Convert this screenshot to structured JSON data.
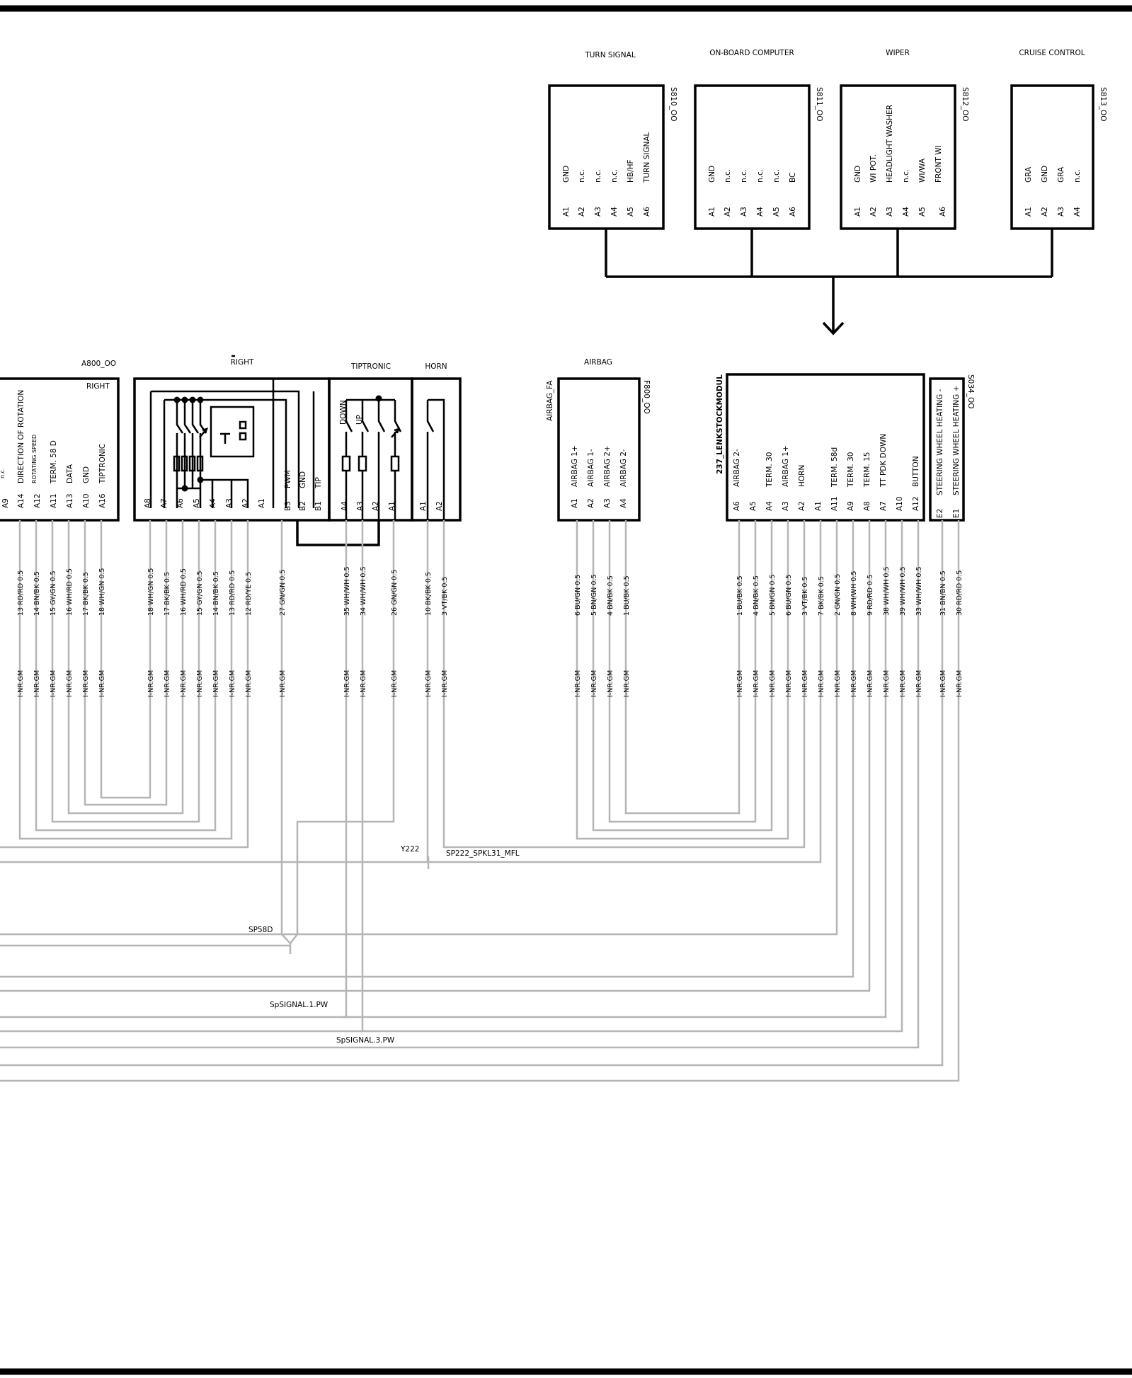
{
  "switch_modules": [
    {
      "title": "TURN SIGNAL",
      "id": "S810_OO",
      "pins": [
        "A1",
        "A2",
        "A3",
        "A4",
        "A5",
        "A6"
      ],
      "signals": [
        "GND",
        "n.c.",
        "n.c.",
        "n.c.",
        "HB/HF",
        "TURN SIGNAL"
      ]
    },
    {
      "title": "ON-BOARD COMPUTER",
      "id": "S811_OO",
      "pins": [
        "A1",
        "A2",
        "A3",
        "A4",
        "A5",
        "A6"
      ],
      "signals": [
        "GND",
        "n.c.",
        "n.c.",
        "n.c.",
        "n.c.",
        "BC"
      ]
    },
    {
      "title": "WIPER",
      "id": "S812_OO",
      "pins": [
        "A1",
        "A2",
        "A3",
        "A4",
        "A5",
        "A6"
      ],
      "signals": [
        "GND",
        "WI POT.",
        "HEADLIGHT WASHER",
        "n.c.",
        "WI/WA",
        "FRONT WI"
      ]
    },
    {
      "title": "CRUISE CONTROL",
      "id": "S813_OO",
      "pins": [
        "A1",
        "A2",
        "A3",
        "A4"
      ],
      "signals": [
        "GRA",
        "GND",
        "GRA",
        "n.c."
      ]
    }
  ],
  "a800": {
    "id": "A800_OO",
    "right_label": "RIGHT",
    "pins": [
      "A9",
      "A14",
      "A12",
      "A11",
      "A13",
      "A10",
      "A16"
    ],
    "signals": [
      "n.c.",
      "DIRECTION OF ROTATION",
      "ROTATING SPEED",
      "TERM. 58 D",
      "DATA",
      "GND",
      "TIPTRONIC"
    ]
  },
  "right_module": {
    "title": "RIGHT",
    "pins": [
      "A8",
      "A7",
      "A6",
      "A5",
      "A4",
      "A3",
      "A2",
      "A1",
      "B3",
      "B2",
      "B1"
    ],
    "signals": [
      "PWM",
      "GND",
      "TIP"
    ]
  },
  "tiptronic": {
    "title": "TIPTRONIC",
    "pins": [
      "A4",
      "A3",
      "A2",
      "A1"
    ],
    "signals": [
      "DOWN",
      "UP"
    ]
  },
  "horn": {
    "title": "HORN",
    "pins": [
      "A1",
      "A2"
    ]
  },
  "airbag": {
    "title": "AIRBAG",
    "side_label": "AIRBAG_FA",
    "id": "F800_OO",
    "pins": [
      "A1",
      "A2",
      "A3",
      "A4"
    ],
    "signals": [
      "AIRBAG 1+",
      "AIRBAG 1-",
      "AIRBAG 2+",
      "AIRBAG 2-"
    ]
  },
  "lenkstock": {
    "title": "237_LENKSTOCKMODUL",
    "pins": [
      "A6",
      "A5",
      "A4",
      "A3",
      "A2",
      "A1",
      "A11",
      "A9",
      "A8",
      "A7",
      "A10",
      "A12"
    ],
    "signals": [
      "AIRBAG 2-",
      "",
      "TERM. 30",
      "AIRBAG 1+",
      "HORN",
      "",
      "TERM. 58d",
      "TERM. 30",
      "TERM. 15",
      "TT PDK DOWN",
      "",
      "BUTTON"
    ]
  },
  "steering_heat": {
    "id": "S034_OO",
    "pins": [
      "E2",
      "E1"
    ],
    "signals": [
      "STEERING WHEEL HEATING -",
      "STEERING WHEEL HEATING +"
    ]
  },
  "wire_labels": {
    "a800": [
      "13 RD/RD 0.5",
      "14 BN/BK 0.5",
      "15 GY/GN 0.5",
      "16 WH/RD 0.5",
      "17 BK/BK 0.5",
      "18 WH/GN 0.5"
    ],
    "right": [
      "18 WH/GN 0.5",
      "17 BK/BK 0.5",
      "16 WH/RD 0.5",
      "15 GY/GN 0.5",
      "14 BN/BK 0.5",
      "13 RD/RD 0.5",
      "12 RD/YE 0.5",
      "27 GN/GN 0.5"
    ],
    "tip": [
      "35 WH/WH 0.5",
      "34 WH/WH 0.5",
      "26 GN/GN 0.5"
    ],
    "horn": [
      "10 BK/BK 0.5",
      "3 VT/BK 0.5"
    ],
    "airbag": [
      "6 BU/GN 0.5",
      "5 BN/GN 0.5",
      "4 BN/BK 0.5",
      "1 BU/BK 0.5"
    ],
    "lenk": [
      "1 BU/BK 0.5",
      "4 BN/BK 0.5",
      "5 BN/GN 0.5",
      "6 BU/GN 0.5",
      "3 VT/BK 0.5",
      "7 BK/BK 0.5",
      "2 GN/GN 0.5",
      "8 WH/WH 0.5",
      "9 RD/RD 0.5",
      "38 WH/WH 0.5",
      "39 WH/WH 0.5",
      "33 WH/WH 0.5"
    ],
    "heat": [
      "31 BN/BN 0.5",
      "30 RD/RD 0.5"
    ],
    "harness": "I-NR.GM"
  },
  "splices": {
    "y222": "Y222",
    "sp222": "SP222_SPKL31_MFL",
    "sp58d": "SP58D",
    "spsig1": "SpSIGNAL.1.PW",
    "spsig3": "SpSIGNAL.3.PW"
  }
}
